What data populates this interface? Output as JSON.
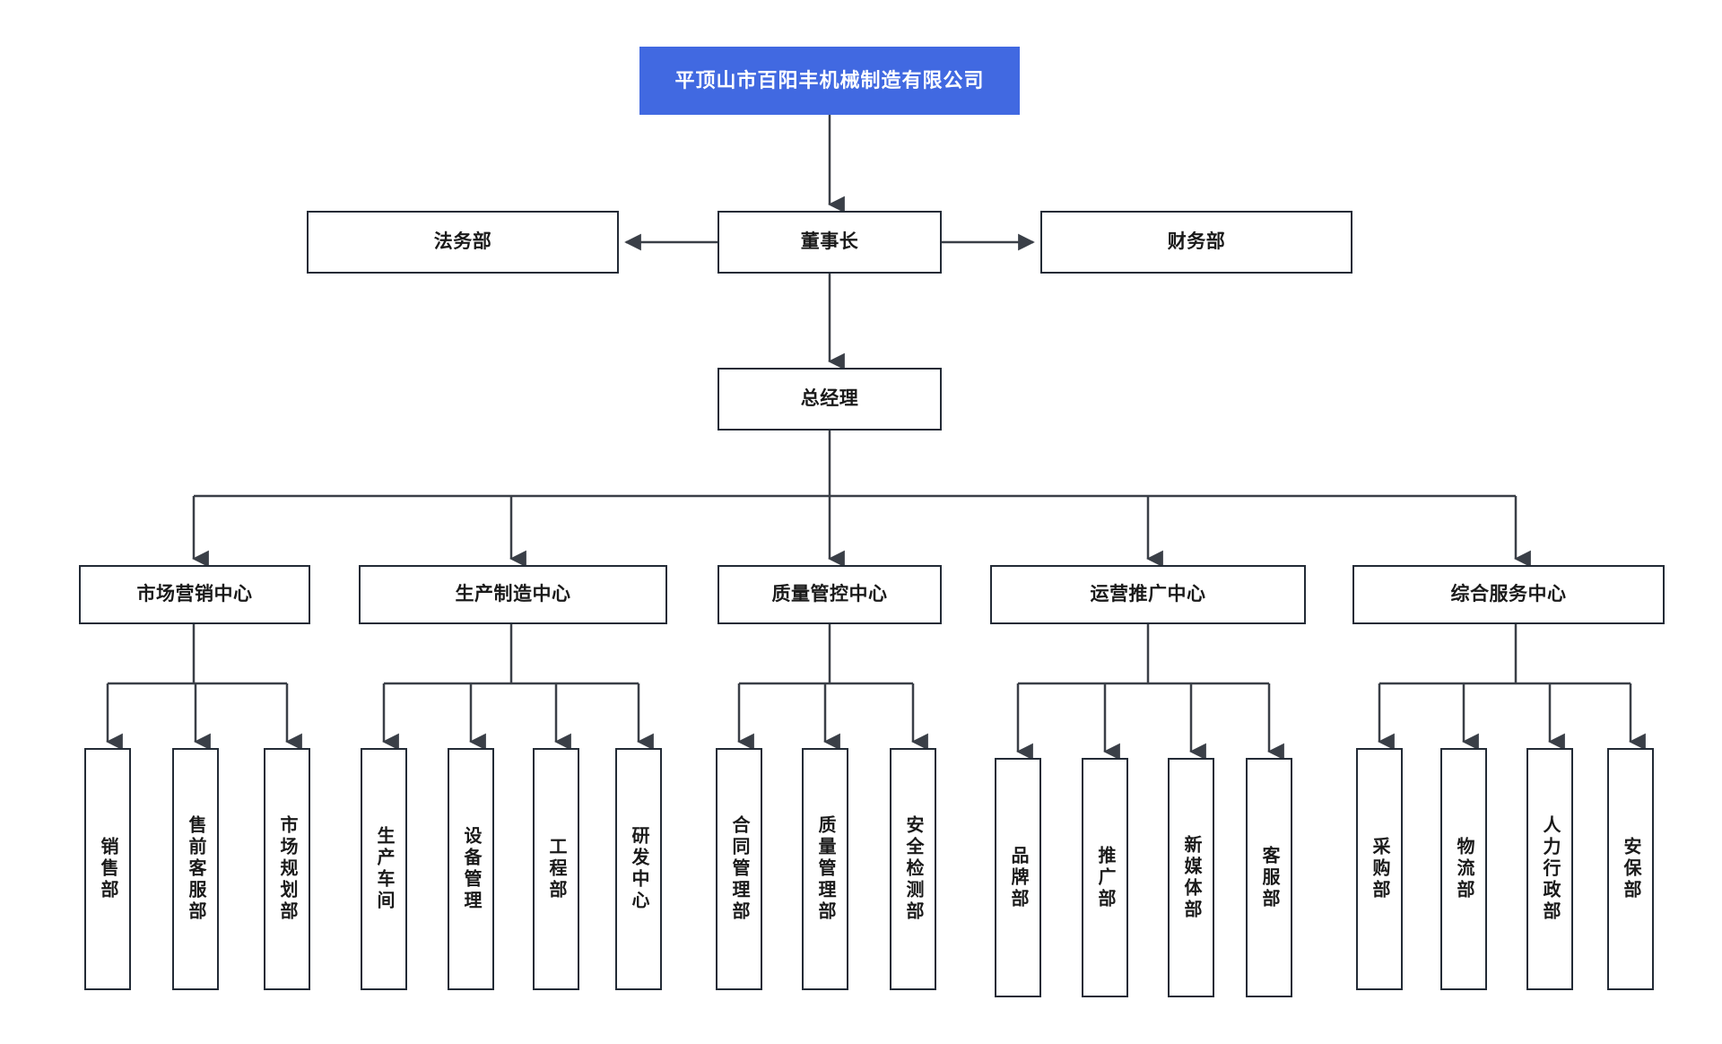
{
  "diagram": {
    "title": "平顶山市百阳丰机械制造有限公司",
    "type": "organization-chart",
    "colors": {
      "root_fill": "#4169E1",
      "root_text": "#ffffff",
      "box_border": "#232b36",
      "box_fill": "#ffffff",
      "connector": "#3a3f47",
      "text": "#1a1a1a",
      "background": "#ffffff"
    }
  },
  "root": {
    "label": "平顶山市百阳丰机械制造有限公司"
  },
  "executive": {
    "chairman": {
      "label": "董事长"
    },
    "legal": {
      "label": "法务部"
    },
    "finance": {
      "label": "财务部"
    },
    "general_manager": {
      "label": "总经理"
    }
  },
  "centers": [
    {
      "label": "市场营销中心",
      "departments": [
        {
          "label": "销售部"
        },
        {
          "label": "售前客服部"
        },
        {
          "label": "市场规划部"
        }
      ]
    },
    {
      "label": "生产制造中心",
      "departments": [
        {
          "label": "生产车间"
        },
        {
          "label": "设备管理"
        },
        {
          "label": "工程部"
        },
        {
          "label": "研发中心"
        }
      ]
    },
    {
      "label": "质量管控中心",
      "departments": [
        {
          "label": "合同管理部"
        },
        {
          "label": "质量管理部"
        },
        {
          "label": "安全检测部"
        }
      ]
    },
    {
      "label": "运营推广中心",
      "departments": [
        {
          "label": "品牌部"
        },
        {
          "label": "推广部"
        },
        {
          "label": "新媒体部"
        },
        {
          "label": "客服部"
        }
      ]
    },
    {
      "label": "综合服务中心",
      "departments": [
        {
          "label": "采购部"
        },
        {
          "label": "物流部"
        },
        {
          "label": "人力行政部"
        },
        {
          "label": "安保部"
        }
      ]
    }
  ]
}
